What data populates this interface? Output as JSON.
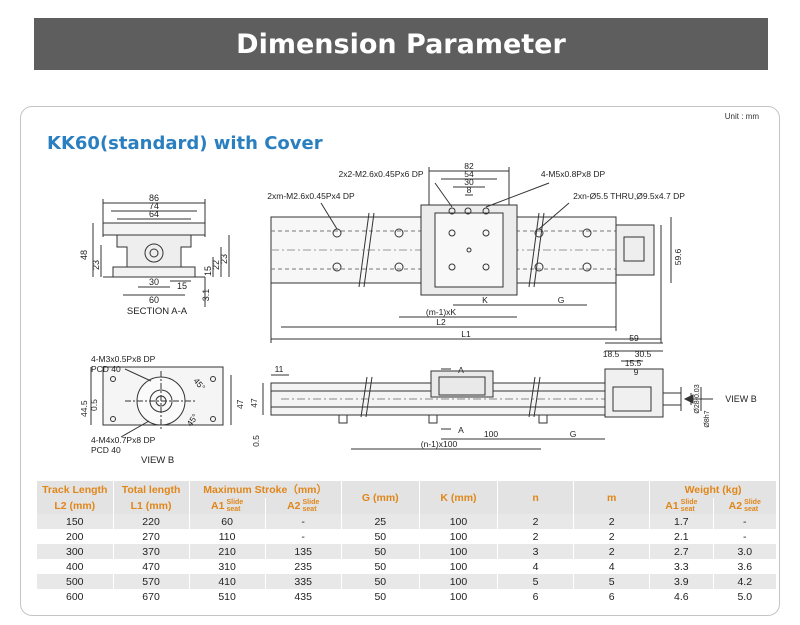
{
  "banner": {
    "title": "Dimension Parameter"
  },
  "panel": {
    "unit": "Unit : mm",
    "heading": "KK60(standard) with Cover"
  },
  "section_view": {
    "dims_top": [
      "86",
      "74",
      "64"
    ],
    "dims_left": [
      "48",
      "23"
    ],
    "dims_right": [
      "15",
      "22",
      "23"
    ],
    "dims_bottom": [
      "30",
      "60",
      "15"
    ],
    "dim_small": "3.1",
    "caption": "SECTION A-A"
  },
  "top_view": {
    "callouts": [
      "2x2-M2.6x0.45Px6 DP",
      "4-M5x0.8Px8 DP",
      "2xm-M2.6x0.45Px4 DP",
      "2xn-Ø5.5 THRU,Ø9.5x4.7 DP"
    ],
    "dims_top": [
      "82",
      "54",
      "30",
      "8"
    ],
    "dim_right": "59.6",
    "dims_bottom": [
      "K",
      "G",
      "(m-1)xK",
      "L2",
      "L1"
    ]
  },
  "end_view": {
    "callouts": [
      "4-M3x0.5Px8 DP",
      "PCD 40",
      "4-M4x0.7Px8 DP",
      "PCD 40"
    ],
    "angles": [
      "45°",
      "45°"
    ],
    "dims": [
      "44.5",
      "0.5",
      "47"
    ],
    "caption": "VIEW B"
  },
  "side_view": {
    "dims_top": [
      "59",
      "18.5",
      "30.5",
      "15.5",
      "9"
    ],
    "dims_left": [
      "11",
      "47",
      "0.5"
    ],
    "dims_right": [
      "Ø28-0.03",
      "Ø8h7"
    ],
    "section_marks": [
      "A",
      "A"
    ],
    "dims_bottom": [
      "100",
      "G",
      "(n-1)x100"
    ],
    "view_label": "VIEW B"
  },
  "table": {
    "header_row1": [
      "Track Length",
      "Total length",
      "Maximum Stroke（mm）",
      "G (mm)",
      "K (mm)",
      "n",
      "m",
      "Weight (kg)"
    ],
    "header_row2": [
      "L2 (mm)",
      "L1 (mm)"
    ],
    "sub_a1": "A1",
    "sub_a2": "A2",
    "slide": "Slide",
    "seat": "seat",
    "rows": [
      [
        "150",
        "220",
        "60",
        "-",
        "25",
        "100",
        "2",
        "2",
        "1.7",
        "-"
      ],
      [
        "200",
        "270",
        "110",
        "-",
        "50",
        "100",
        "2",
        "2",
        "2.1",
        "-"
      ],
      [
        "300",
        "370",
        "210",
        "135",
        "50",
        "100",
        "3",
        "2",
        "2.7",
        "3.0"
      ],
      [
        "400",
        "470",
        "310",
        "235",
        "50",
        "100",
        "4",
        "4",
        "3.3",
        "3.6"
      ],
      [
        "500",
        "570",
        "410",
        "335",
        "50",
        "100",
        "5",
        "5",
        "3.9",
        "4.2"
      ],
      [
        "600",
        "670",
        "510",
        "435",
        "50",
        "100",
        "6",
        "6",
        "4.6",
        "5.0"
      ]
    ]
  }
}
